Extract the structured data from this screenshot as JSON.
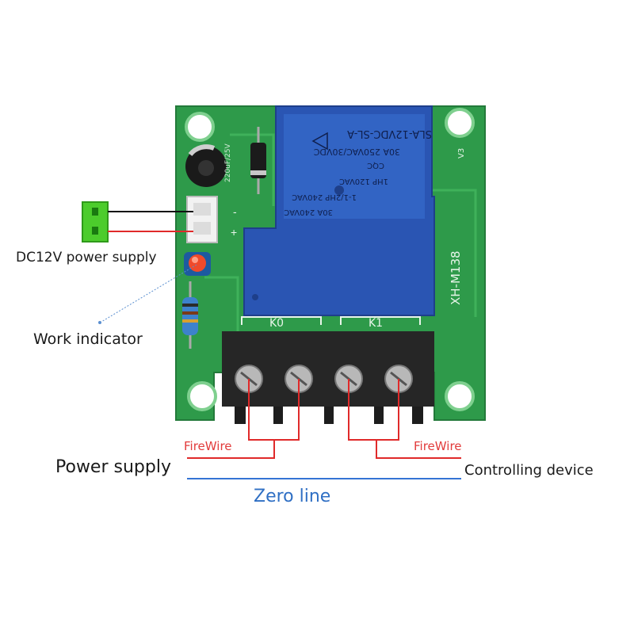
{
  "board": {
    "model": "XH-M138",
    "version": "V3",
    "terminal_labels": [
      "K0",
      "K1"
    ],
    "capacitor_text": "220uF/25V",
    "colors": {
      "pcb": "#2e9a4a",
      "relay": "#2a55b3",
      "terminal": "#262626",
      "fire_wire": "#e02a2a",
      "zero_line": "#3474d4",
      "power_wire": "#e02a2a",
      "ground_wire": "#111111",
      "connector": "#4ccc2c"
    }
  },
  "relay": {
    "line1": "30A 240VAC",
    "line2": "1-1/2HP 240VAC",
    "line3": "1HP 120VAC",
    "line4": "30A 250VAC/30VDC",
    "model": "SLA-12VDC-SL-A",
    "mark": "CQC"
  },
  "labels": {
    "supply": "DC12V power supply",
    "indicator": "Work indicator",
    "firewire_left": "FireWire",
    "firewire_right": "FireWire",
    "power_supply": "Power supply",
    "controlling_device": "Controlling device",
    "zero_line": "Zero line"
  }
}
